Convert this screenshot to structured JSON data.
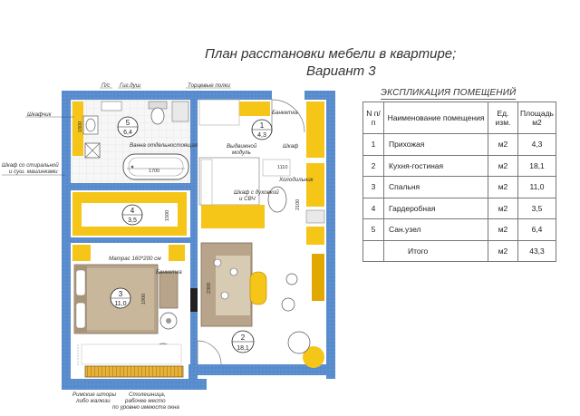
{
  "title": {
    "line1": "План расстановки мебели в квартире;",
    "line2": "Вариант 3"
  },
  "explication": {
    "title": "ЭКСПЛИКАЦИЯ ПОМЕЩЕНИЙ",
    "headers": {
      "num": "N п/п",
      "name": "Наименование помещения",
      "unit": "Ед. изм.",
      "area": "Площадь м2"
    },
    "rows": [
      {
        "num": "1",
        "name": "Прихожая",
        "unit": "м2",
        "area": "4,3"
      },
      {
        "num": "2",
        "name": "Кухня-гостиная",
        "unit": "м2",
        "area": "18,1"
      },
      {
        "num": "3",
        "name": "Спальня",
        "unit": "м2",
        "area": "11,0"
      },
      {
        "num": "4",
        "name": "Гардеробная",
        "unit": "м2",
        "area": "3,5"
      },
      {
        "num": "5",
        "name": "Сан.узел",
        "unit": "м2",
        "area": "6,4"
      }
    ],
    "total": {
      "name": "Итого",
      "unit": "м2",
      "area": "43,3"
    }
  },
  "rooms": [
    {
      "num": "1",
      "area": "4,3"
    },
    {
      "num": "2",
      "area": "18,1"
    },
    {
      "num": "3",
      "area": "11,0"
    },
    {
      "num": "4",
      "area": "3,5"
    },
    {
      "num": "5",
      "area": "6,4"
    }
  ],
  "labels": {
    "ps": "П/с",
    "gig_dush": "Гиг.душ",
    "tortsevye_polki": "Торцевые полки",
    "shkafchik": "Шкафчик",
    "banketka_top": "Банкетка",
    "vanna": "Ванна отдельностоящая",
    "vydvizhnoi": "Выдвижной",
    "modul": "модуль",
    "shkaf_right": "Шкаф",
    "kholodilnik": "Холодильник",
    "shkaf_stir_1": "Шкаф со стиральной",
    "shkaf_stir_2": "и суш. машинками",
    "shkaf_dukh_1": "Шкаф с духовкой",
    "shkaf_dukh_2": "и СВЧ",
    "matras": "Матрас 160*200 см",
    "banketka_mid": "Банкетка",
    "rimskie_1": "Римские шторы",
    "rimskie_2": "либо жалюзи",
    "stoleshnitsa_1": "Столешница,",
    "stoleshnitsa_2": "рабочее место",
    "stoleshnitsa_3": "по уровню имеюста окна"
  },
  "dimensions": {
    "d1800": "1800",
    "d1700": "1700",
    "d1110": "1110",
    "d1500": "1500",
    "d2100": "2100",
    "d1900": "1900",
    "d2300": "2300"
  },
  "colors": {
    "wall": "#5b8fcf",
    "furniture": "#f5c518",
    "furniture_dark": "#e0a800",
    "floor_wood": "#d8cbb3",
    "sofa": "#b8a48a"
  }
}
